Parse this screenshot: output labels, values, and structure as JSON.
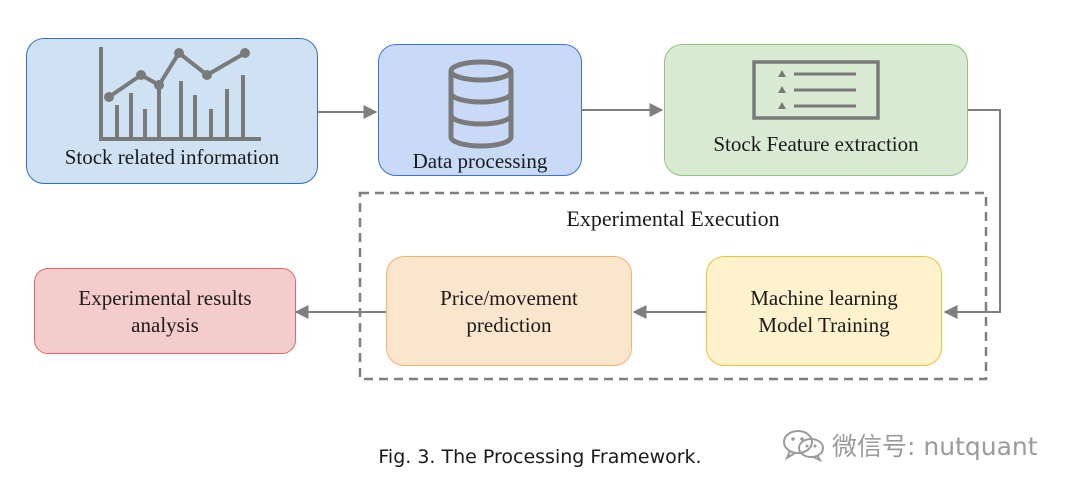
{
  "nodes": {
    "stock_info": {
      "label": "Stock related information",
      "fill": "#cfe2f3",
      "stroke": "#2f6fd1"
    },
    "data_processing": {
      "label": "Data processing",
      "fill": "#c9daf8",
      "stroke": "#3d72d9"
    },
    "feature_extraction": {
      "label": "Stock Feature extraction",
      "fill": "#d9ead3",
      "stroke": "#93c47d"
    },
    "ml_training": {
      "label": "Machine learning\nModel Training",
      "fill": "#fff2cc",
      "stroke": "#f1c232"
    },
    "prediction": {
      "label": "Price/movement\nprediction",
      "fill": "#fce5cd",
      "stroke": "#f6b26b"
    },
    "results_analysis": {
      "label": "Experimental results\nanalysis",
      "fill": "#f4cccc",
      "stroke": "#e06666"
    }
  },
  "group": {
    "label": "Experimental Execution"
  },
  "caption": "Fig. 3.  The Processing Framework.",
  "watermark": {
    "text": "微信号: nutquant",
    "icon": "wechat-icon"
  },
  "edges": [
    {
      "from": "Stock related information",
      "to": "Data processing"
    },
    {
      "from": "Data processing",
      "to": "Stock Feature extraction"
    },
    {
      "from": "Stock Feature extraction",
      "to": "Machine learning Model Training"
    },
    {
      "from": "Machine learning Model Training",
      "to": "Price/movement prediction"
    },
    {
      "from": "Price/movement prediction",
      "to": "Experimental results analysis"
    }
  ],
  "colors": {
    "arrow": "#7f7f7f",
    "icon": "#7a7a7a",
    "dashed_border": "#7f7f7f"
  }
}
